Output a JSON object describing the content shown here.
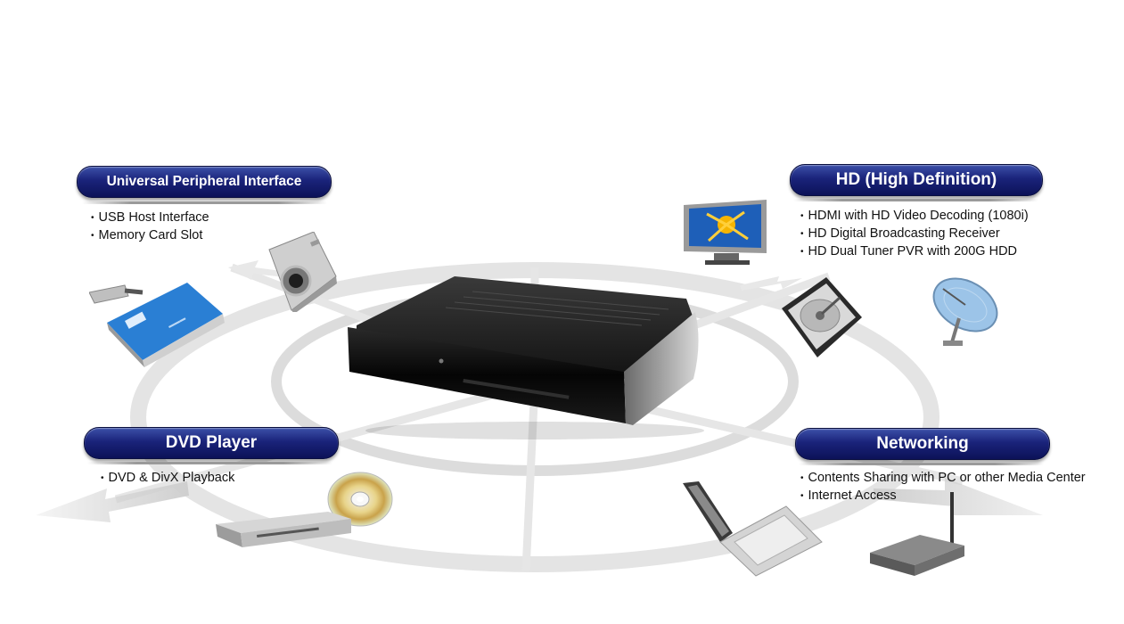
{
  "sections": {
    "peripheral": {
      "title": "Universal Peripheral Interface",
      "items": [
        "USB Host Interface",
        "Memory Card Slot"
      ]
    },
    "hd": {
      "title": "HD (High Definition)",
      "items": [
        "HDMI with HD Video Decoding (1080i)",
        "HD Digital Broadcasting Receiver",
        "HD Dual Tuner PVR with 200G HDD"
      ]
    },
    "dvd": {
      "title": "DVD Player",
      "items": [
        "DVD & DivX Playback"
      ]
    },
    "networking": {
      "title": "Networking",
      "items": [
        "Contents Sharing with PC or other Media Center",
        "Internet Access"
      ]
    }
  },
  "colors": {
    "pill_top": "#3c50a8",
    "pill_bottom": "#0c1258",
    "ring": "#e2e2e2",
    "device_body": "#1e1e1e"
  },
  "icons": [
    "usb-card-reader-icon",
    "digital-camera-icon",
    "flat-tv-icon",
    "hard-drive-icon",
    "satellite-dish-icon",
    "dvd-disc-icon",
    "dvd-player-icon",
    "laptop-icon",
    "wifi-router-icon",
    "set-top-box-icon"
  ]
}
